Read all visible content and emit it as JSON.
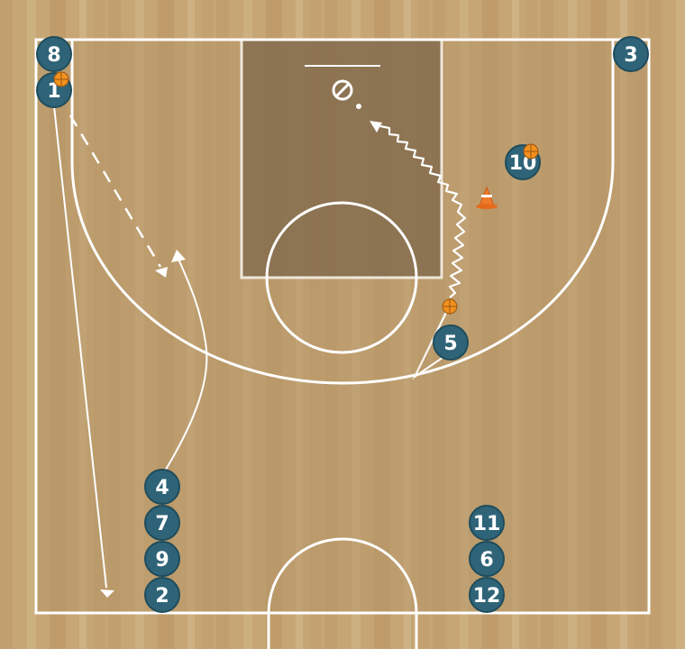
{
  "colors": {
    "floor_light": "#c9a877",
    "floor_mid": "#b89866",
    "paint": "#8a7253",
    "lines": "#ffffff",
    "player_fill": "#2f6478",
    "player_stroke": "#1f4c5c",
    "ball": "#f2911f",
    "cone": "#f07a2a"
  },
  "players": [
    {
      "id": "p8",
      "label": "8"
    },
    {
      "id": "p1",
      "label": "1"
    },
    {
      "id": "p3",
      "label": "3"
    },
    {
      "id": "p10",
      "label": "10"
    },
    {
      "id": "p5",
      "label": "5"
    },
    {
      "id": "p4",
      "label": "4"
    },
    {
      "id": "p7",
      "label": "7"
    },
    {
      "id": "p9",
      "label": "9"
    },
    {
      "id": "p2",
      "label": "2"
    },
    {
      "id": "p11",
      "label": "11"
    },
    {
      "id": "p6",
      "label": "6"
    },
    {
      "id": "p12",
      "label": "12"
    }
  ],
  "objects": [
    "basketball-icon",
    "cone-icon"
  ],
  "actions": [
    "pass",
    "cut",
    "dribble",
    "move"
  ]
}
